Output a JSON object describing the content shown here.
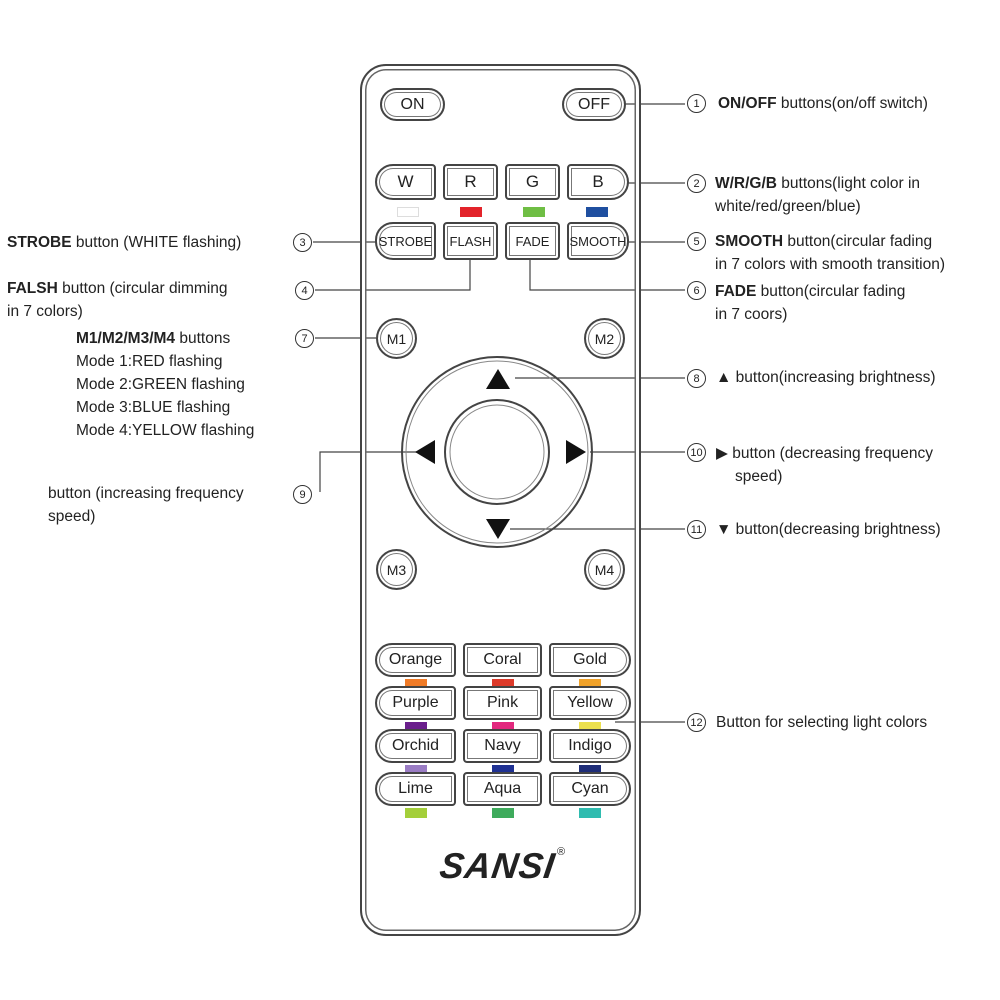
{
  "remote": {
    "power": {
      "on": "ON",
      "off": "OFF"
    },
    "color_buttons": [
      {
        "label": "W",
        "swatch": "#ffffff"
      },
      {
        "label": "R",
        "swatch": "#e3232a"
      },
      {
        "label": "G",
        "swatch": "#6fbe44"
      },
      {
        "label": "B",
        "swatch": "#1f4fa0"
      }
    ],
    "effect_buttons": [
      "STROBE",
      "FLASH",
      "FADE",
      "SMOOTH"
    ],
    "mode_buttons": [
      "M1",
      "M2",
      "M3",
      "M4"
    ],
    "palette": [
      {
        "label": "Orange",
        "swatch": "#f07b27"
      },
      {
        "label": "Coral",
        "swatch": "#dd3a2a"
      },
      {
        "label": "Gold",
        "swatch": "#f0a22a"
      },
      {
        "label": "Purple",
        "swatch": "#6a1f8c"
      },
      {
        "label": "Pink",
        "swatch": "#e2287e"
      },
      {
        "label": "Yellow",
        "swatch": "#ece04f"
      },
      {
        "label": "Orchid",
        "swatch": "#9a7cc4"
      },
      {
        "label": "Navy",
        "swatch": "#1f3193"
      },
      {
        "label": "Indigo",
        "swatch": "#1e2d78"
      },
      {
        "label": "Lime",
        "swatch": "#a4cf3a"
      },
      {
        "label": "Aqua",
        "swatch": "#3eab5c"
      },
      {
        "label": "Cyan",
        "swatch": "#2fbcb0"
      }
    ],
    "logo": "SANSI",
    "registered": "®"
  },
  "annotations": {
    "n1": {
      "num": "1",
      "bold": "ON/OFF",
      "text": " buttons(on/off switch)"
    },
    "n2": {
      "num": "2",
      "bold": "W/R/G/B",
      "text": " buttons(light color in",
      "text2": "white/red/green/blue)"
    },
    "n3": {
      "num": "3",
      "bold": "STROBE",
      "text": " button (WHITE flashing)"
    },
    "n4": {
      "num": "4",
      "bold": "FALSH",
      "text": " button (circular dimming",
      "text2": "in 7 colors)"
    },
    "n5": {
      "num": "5",
      "bold": "SMOOTH",
      "text": " button(circular fading",
      "text2": "in 7 colors with smooth transition)"
    },
    "n6": {
      "num": "6",
      "bold": "FADE",
      "text": " button(circular fading",
      "text2": "in 7 coors)"
    },
    "n7": {
      "num": "7",
      "bold": "M1/M2/M3/M4",
      "text": " buttons",
      "modes": [
        "Mode 1:RED flashing",
        "Mode 2:GREEN flashing",
        "Mode 3:BLUE flashing",
        "Mode 4:YELLOW flashing"
      ]
    },
    "n8": {
      "num": "8",
      "text": "▲ button(increasing brightness)"
    },
    "n9": {
      "num": "9",
      "text": "button (increasing frequency",
      "text2": "speed)"
    },
    "n10": {
      "num": "10",
      "text": "▶ button (decreasing frequency",
      "text2": "speed)"
    },
    "n11": {
      "num": "11",
      "text": "▼ button(decreasing brightness)"
    },
    "n12": {
      "num": "12",
      "text": "Button for selecting light colors"
    }
  }
}
